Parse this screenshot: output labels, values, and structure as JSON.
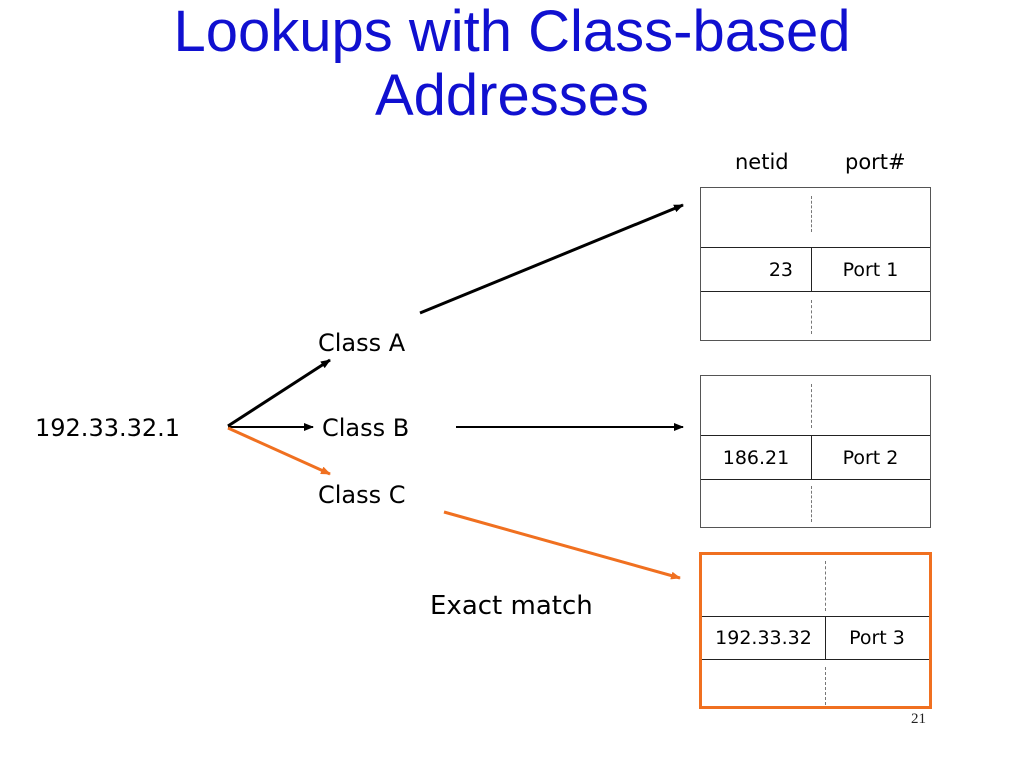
{
  "slide": {
    "title_line1": "Lookups with Class-based",
    "title_line2": "Addresses",
    "page_number": "21"
  },
  "headers": {
    "netid": "netid",
    "port": "port#"
  },
  "address": "192.33.32.1",
  "classes": {
    "a": "Class A",
    "b": "Class B",
    "c": "Class C"
  },
  "exact_match": "Exact match",
  "tables": [
    {
      "netid": "23",
      "port": "Port 1"
    },
    {
      "netid": "186.21",
      "port": "Port 2"
    },
    {
      "netid": "192.33.32",
      "port": "Port 3"
    }
  ],
  "colors": {
    "title": "#1010d0",
    "highlight": "#f07020",
    "arrow": "#000000"
  }
}
